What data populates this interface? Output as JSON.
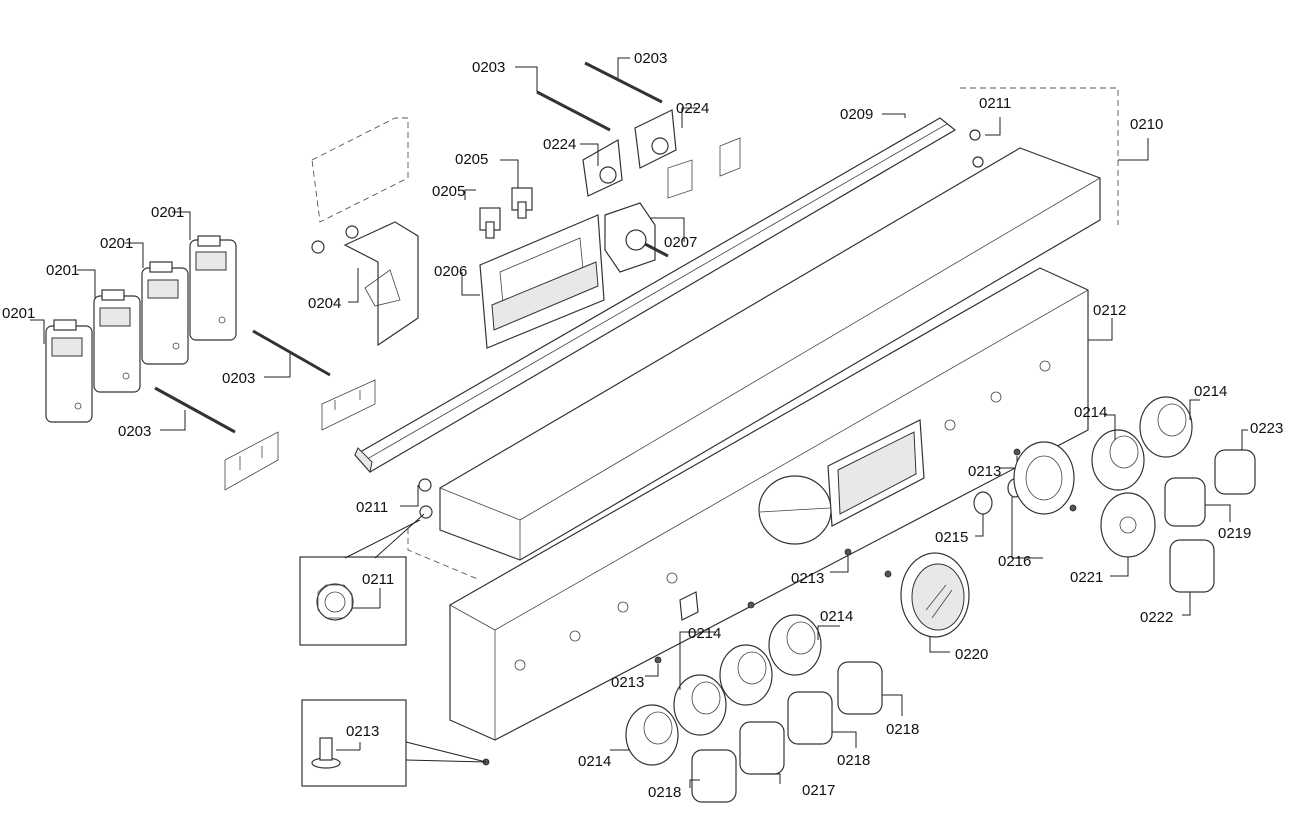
{
  "labels": {
    "p0201": "0201",
    "p0203": "0203",
    "p0204": "0204",
    "p0205": "0205",
    "p0206": "0206",
    "p0207": "0207",
    "p0209": "0209",
    "p0210": "0210",
    "p0211": "0211",
    "p0212": "0212",
    "p0213": "0213",
    "p0214": "0214",
    "p0215": "0215",
    "p0216": "0216",
    "p0217": "0217",
    "p0218": "0218",
    "p0219": "0219",
    "p0220": "0220",
    "p0221": "0221",
    "p0222": "0222",
    "p0223": "0223",
    "p0224": "0224"
  }
}
